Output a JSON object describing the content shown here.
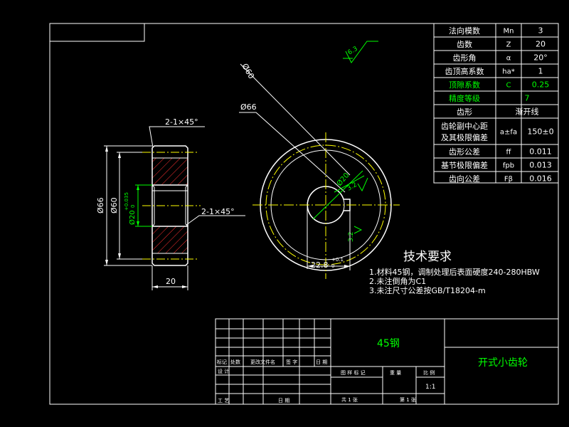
{
  "param_table": {
    "rows": [
      {
        "label": "法向模数",
        "symbol": "Mn",
        "value": "3"
      },
      {
        "label": "齿数",
        "symbol": "Z",
        "value": "20"
      },
      {
        "label": "齿形角",
        "symbol": "α",
        "value": "20°"
      },
      {
        "label": "齿顶高系数",
        "symbol": "ha*",
        "value": "1"
      },
      {
        "label": "顶隙系数",
        "symbol": "C",
        "value": "0.25"
      },
      {
        "label": "精度等级",
        "symbol": "",
        "value": "7"
      },
      {
        "label": "齿形",
        "symbol": "",
        "value": "渐开线"
      },
      {
        "label": "齿轮副中心距",
        "label2": "及其极限偏差",
        "symbol": "a±fa",
        "value": "150±0"
      },
      {
        "label": "齿形公差",
        "symbol": "ff",
        "value": "0.011"
      },
      {
        "label": "基节极限偏差",
        "symbol": "fpb",
        "value": "0.013"
      },
      {
        "label": "齿向公差",
        "symbol": "Fβ",
        "value": "0.016"
      }
    ]
  },
  "dimensions": {
    "chamfer_top": "2-1×45°",
    "chamfer_mid": "2-1×45°",
    "outer_dia": "Ø66",
    "pitch_dia": "Ø60",
    "bore_dia": "Ø20",
    "bore_tol_upper": "+0.035",
    "bore_tol_lower": "0",
    "width": "20",
    "circle_pitch": "Ø60",
    "circle_outer": "Ø66",
    "circle_bore": "Ø20",
    "roughness_main": "6.3",
    "roughness_bore": "3.2",
    "roughness_key": "3.2",
    "keyway_depth": "22.8",
    "keyway_tol": "+0.1",
    "keyway_tol_lower": "0"
  },
  "tech_req": {
    "title": "技术要求",
    "items": [
      "1.材料45钢，调制处理后表面硬度240-280HBW",
      "2.未注倒角为C1",
      "3.未注尺寸公差按GB/T18204-m"
    ]
  },
  "title_block": {
    "material": "45钢",
    "part_name": "开式小齿轮",
    "scale_value": "1:1",
    "labels": {
      "mark": "标记",
      "count": "处数",
      "change_doc": "更改文件名",
      "sign": "签 字",
      "date": "日 期",
      "design": "设 计",
      "process": "工 艺",
      "date2": "日 期",
      "stage_mark": "图 样 标 记",
      "weight": "重 量",
      "scale": "比 例",
      "total_sheets": "共  1  张",
      "sheet_no": "第  1  张"
    }
  },
  "colors": {
    "line": "#ffffff",
    "dim": "#00ff00",
    "center": "#ffff00",
    "hatch": "#ff3030",
    "highlight": "#00ff00",
    "bg": "#000000"
  }
}
